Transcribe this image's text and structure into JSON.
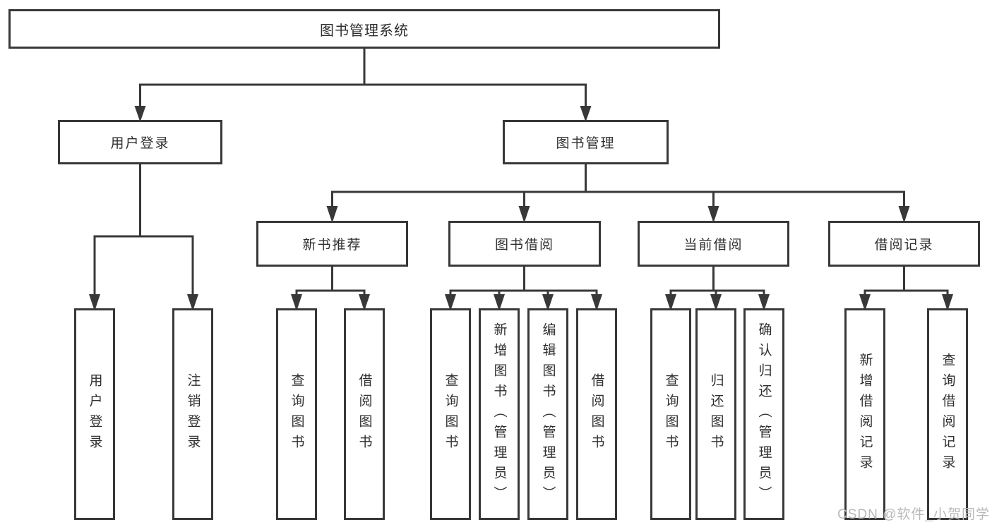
{
  "title": "图书管理系统",
  "watermark": "CSDN @软件_小贺同学",
  "tree": {
    "login": {
      "label": "用户登录",
      "children": [
        {
          "label": "用户登录"
        },
        {
          "label": "注销登录"
        }
      ]
    },
    "management": {
      "label": "图书管理",
      "sections": [
        {
          "label": "新书推荐",
          "children": [
            {
              "label": "查询图书"
            },
            {
              "label": "借阅图书"
            }
          ]
        },
        {
          "label": "图书借阅",
          "children": [
            {
              "label": "查询图书"
            },
            {
              "label": "新增图书（管理员）"
            },
            {
              "label": "编辑图书（管理员）"
            },
            {
              "label": "借阅图书"
            }
          ]
        },
        {
          "label": "当前借阅",
          "children": [
            {
              "label": "查询图书"
            },
            {
              "label": "归还图书"
            },
            {
              "label": "确认归还（管理员）"
            }
          ]
        },
        {
          "label": "借阅记录",
          "children": [
            {
              "label": "新增借阅记录"
            },
            {
              "label": "查询借阅记录"
            }
          ]
        }
      ]
    }
  },
  "colors": {
    "line": "#383838",
    "text": "#2f2f2f",
    "watermark": "#b9b9b9",
    "background": "#ffffff"
  }
}
